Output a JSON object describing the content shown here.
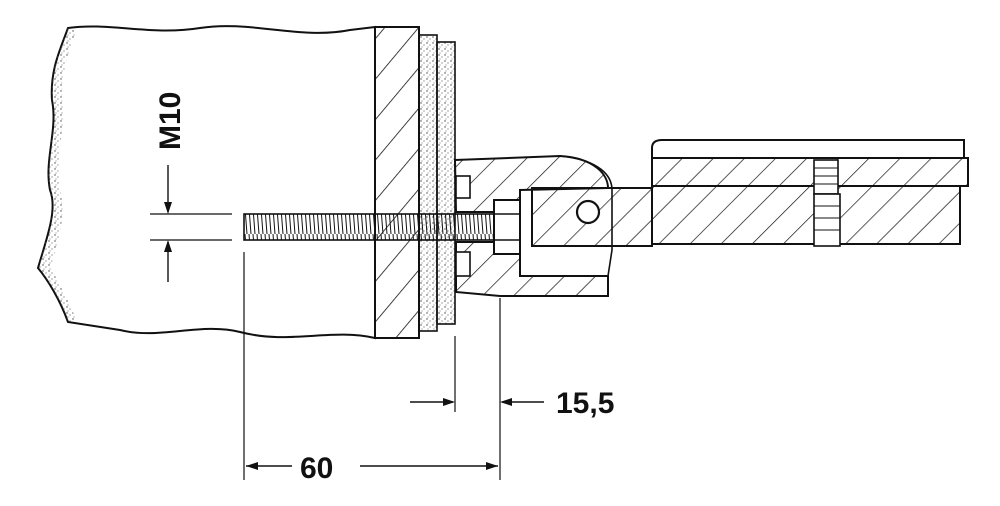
{
  "drawing": {
    "thread_label": "M10",
    "dim_depth": "60",
    "dim_offset": "15,5"
  }
}
